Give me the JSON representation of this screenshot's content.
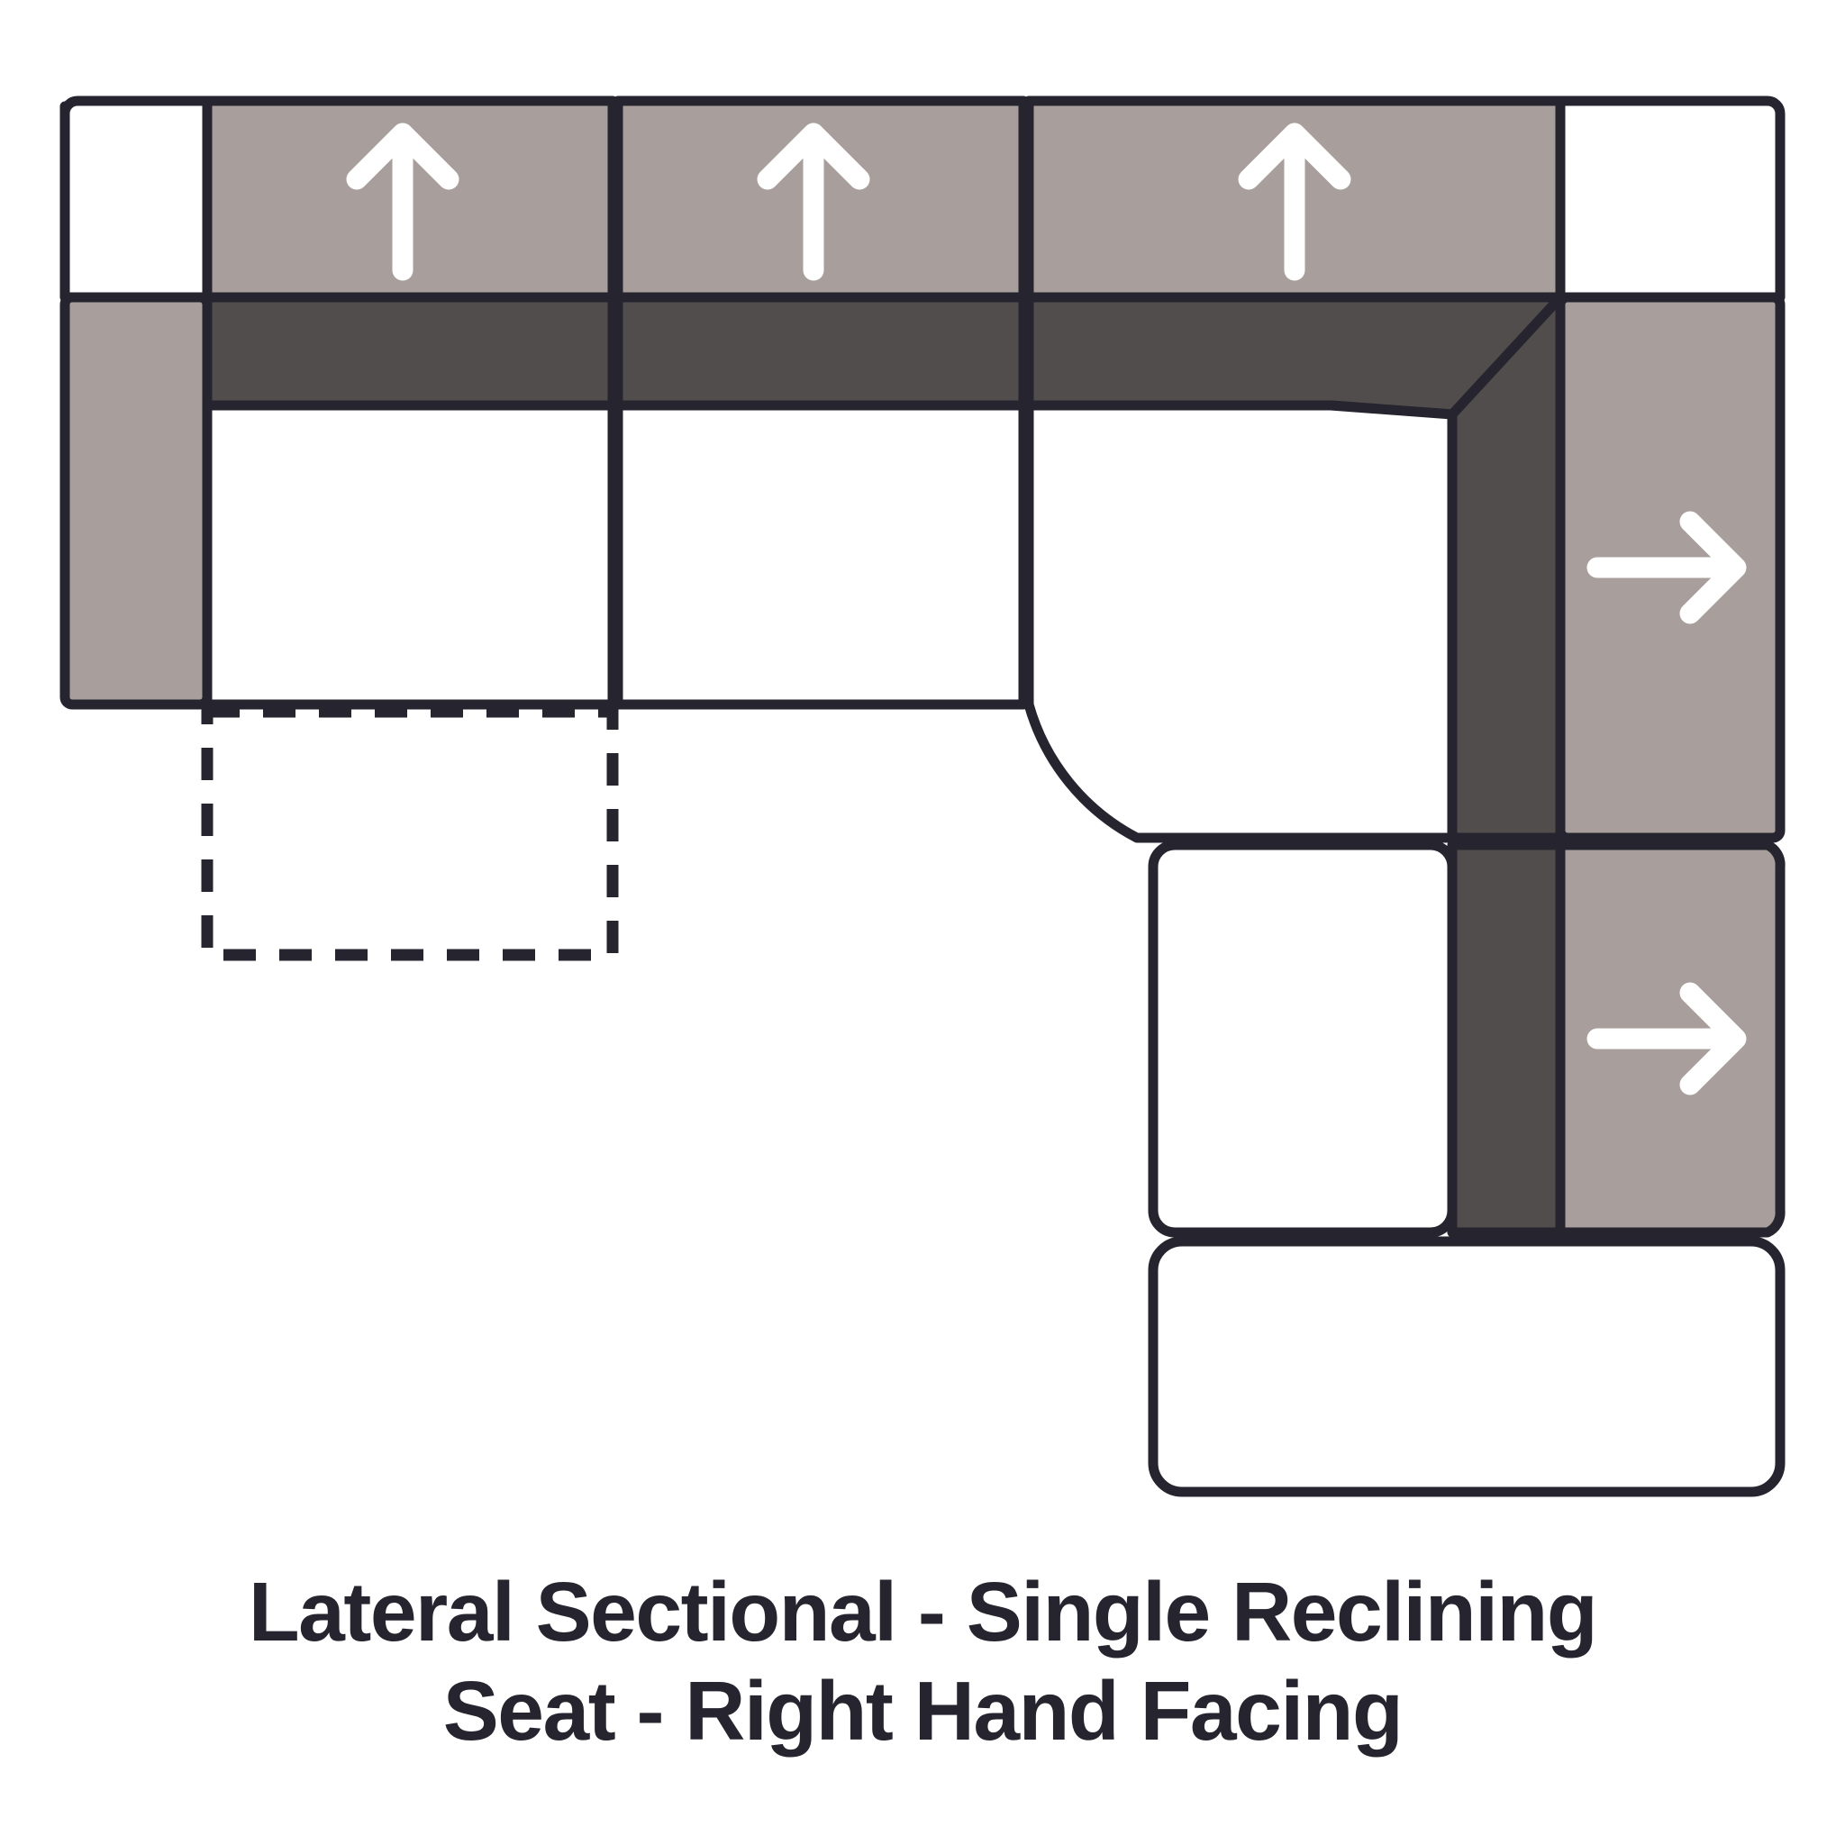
{
  "product": {
    "title_line_1": "Lateral Sectional - Single Reclining",
    "title_line_2": "Seat - Right Hand Facing",
    "title_full": "Lateral Sectional - Single Reclining Seat - Right Hand Facing",
    "orientation": "Right Hand Facing",
    "configuration_type": "Lateral Sectional",
    "feature": "Single Reclining Seat"
  },
  "colors": {
    "outline": "#26242E",
    "backrest_light": "#A89F9C",
    "backrest_dark": "#514D4C",
    "seat_fill": "#FFFFFF",
    "arrow": "#FFFFFF",
    "page_background": "#FFFFFF",
    "dashed_outline": "#26242E"
  },
  "legend": {
    "up_arrow_label": "reclining direction up",
    "right_arrow_label": "reclining direction right",
    "dashed_label": "reclining footrest extension (dashed)"
  },
  "modules": [
    {
      "id": "left-arm-panel",
      "name": "Left Arm Panel",
      "fill": "light-grey",
      "arrow": null
    },
    {
      "id": "top-seat-1",
      "name": "Top Seat 1",
      "fill": "white",
      "arrow": "up"
    },
    {
      "id": "top-seat-2",
      "name": "Top Seat 2",
      "fill": "white",
      "arrow": "up"
    },
    {
      "id": "corner-seat",
      "name": "Corner Seat",
      "fill": "white",
      "arrow": "up"
    },
    {
      "id": "right-seat-1",
      "name": "Right Seat 1",
      "fill": "white",
      "arrow": "right"
    },
    {
      "id": "right-seat-2",
      "name": "Right Seat 2",
      "fill": "white",
      "arrow": "right"
    },
    {
      "id": "footrest-extension",
      "name": "Footrest Extension",
      "fill": "white",
      "arrow": null
    },
    {
      "id": "dashed-recliner-extension",
      "name": "Dashed Recliner Extension",
      "fill": "none",
      "arrow": null
    }
  ],
  "geometry": {
    "stroke_width": 11,
    "dashed_stroke_width": 13,
    "dash_pattern": "36 26",
    "corner_radius": 14
  }
}
